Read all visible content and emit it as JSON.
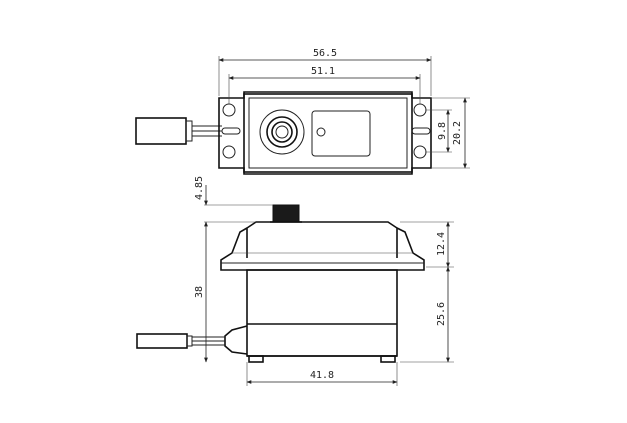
{
  "dimensions": {
    "overall_length": "56.5",
    "mount_hole_spacing": "51.1",
    "mount_slot_spacing": "9.8",
    "body_width": "20.2",
    "spline_height": "4.85",
    "height_above_mount": "12.4",
    "height_below_mount": "25.6",
    "total_height": "38",
    "body_length": "41.8"
  }
}
